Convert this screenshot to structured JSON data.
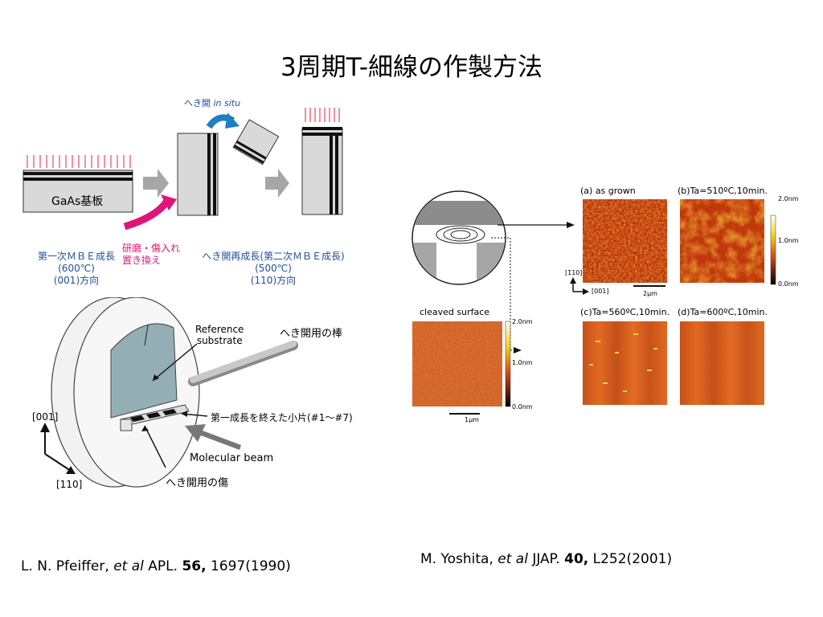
{
  "title": "3周期T-細線の作製方法",
  "process": {
    "substrate_label": "GaAs基板",
    "cleave_label_jp": "へき開",
    "cleave_label_en": "in situ",
    "first_growth": [
      "第一次ＭＢＥ成長",
      "(600℃)",
      "(001)方向"
    ],
    "replace_label": [
      "研磨・傷入れ",
      "置き換え"
    ],
    "regrowth": [
      "へき開再成長(第二次ＭＢＥ成長)",
      "(500℃)",
      "(110)方向"
    ]
  },
  "holder": {
    "reference": [
      "Reference",
      "substrate"
    ],
    "rod_label": "へき開用の棒",
    "pieces_label": "第一成長を終えた小片(#1～#7)",
    "beam_label": "Molecular beam",
    "scratch_label": "へき開用の傷",
    "axis_001": "[001]",
    "axis_110": "[110]"
  },
  "afm": {
    "cleaved_label": "cleaved surface",
    "cleaved_scale": [
      "2.0nm",
      "1.0nm",
      "0.0nm"
    ],
    "cleaved_bar": "1μm",
    "panel_a": "(a) as grown",
    "panel_b": "(b)Ta=510ºC,10min.",
    "panel_c": "(c)Ta=560ºC,10min.",
    "panel_d": "(d)Ta=600ºC,10min.",
    "scale": [
      "2.0nm",
      "1.0nm",
      "0.0nm"
    ],
    "dir_1": "[1̄10]",
    "dir_2": "[001]",
    "bar_2um": "2μm"
  },
  "refs": {
    "left": {
      "authors": "L. N. Pfeiffer, ",
      "etal": "et al",
      "journal": " APL. ",
      "vol": "56,",
      "page": " 1697(1990)"
    },
    "right": {
      "authors": "M. Yoshita, ",
      "etal": "et al",
      "journal": " JJAP. ",
      "vol": "40,",
      "page": " L252(2001)"
    }
  }
}
